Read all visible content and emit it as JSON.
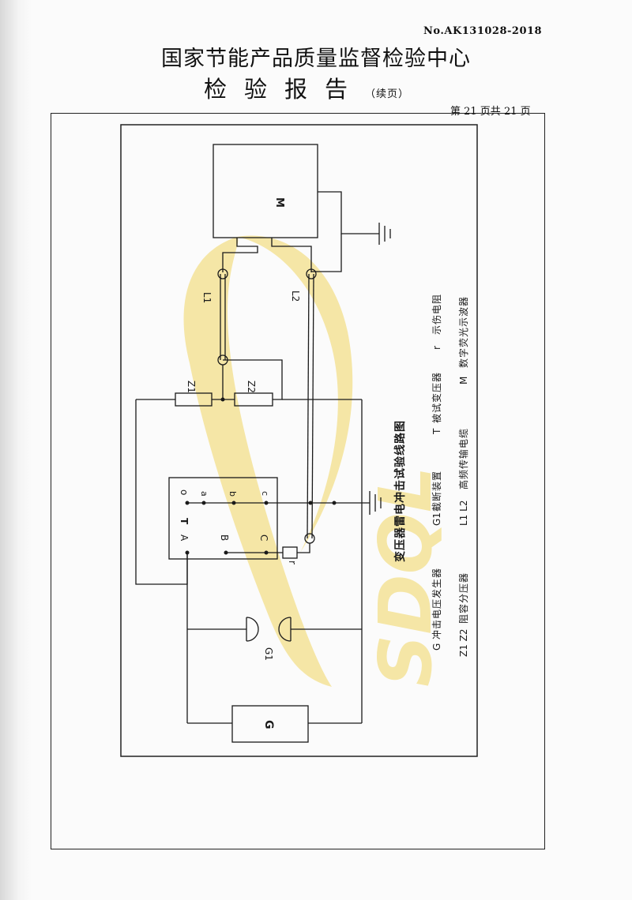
{
  "header": {
    "report_no": "No.AK131028-2018",
    "org_name": "国家节能产品质量监督检验中心",
    "title": "检验报告",
    "subtitle": "（续页）",
    "page_info": "第 21 页共 21 页"
  },
  "diagram": {
    "caption": "变压器雷电冲击试验线路图",
    "components": {
      "M": "M",
      "G": "G",
      "G1": "G1",
      "T": "T",
      "Z1": "Z1",
      "Z2": "Z2",
      "L1": "L1",
      "L2": "L2",
      "r": "r",
      "term_o": "o",
      "term_a": "a",
      "term_b": "b",
      "term_c": "c",
      "term_A": "A",
      "term_B": "B",
      "term_C": "C"
    },
    "legend": [
      {
        "code": "G",
        "desc": "冲击电压发生器"
      },
      {
        "code": "Z1 Z2",
        "desc": "阻容分压器"
      },
      {
        "code": "G1",
        "desc": "截断装置"
      },
      {
        "code": "L1 L2",
        "desc": "高频传输电缆"
      },
      {
        "code": "T",
        "desc": "被试变压器"
      },
      {
        "code": "M",
        "desc": "数字荧光示波器"
      },
      {
        "code": "r",
        "desc": "示伤电阻"
      }
    ],
    "watermark": "SDQL"
  },
  "colors": {
    "watermark": "#f3df8a",
    "ink": "#1a1a1a"
  }
}
